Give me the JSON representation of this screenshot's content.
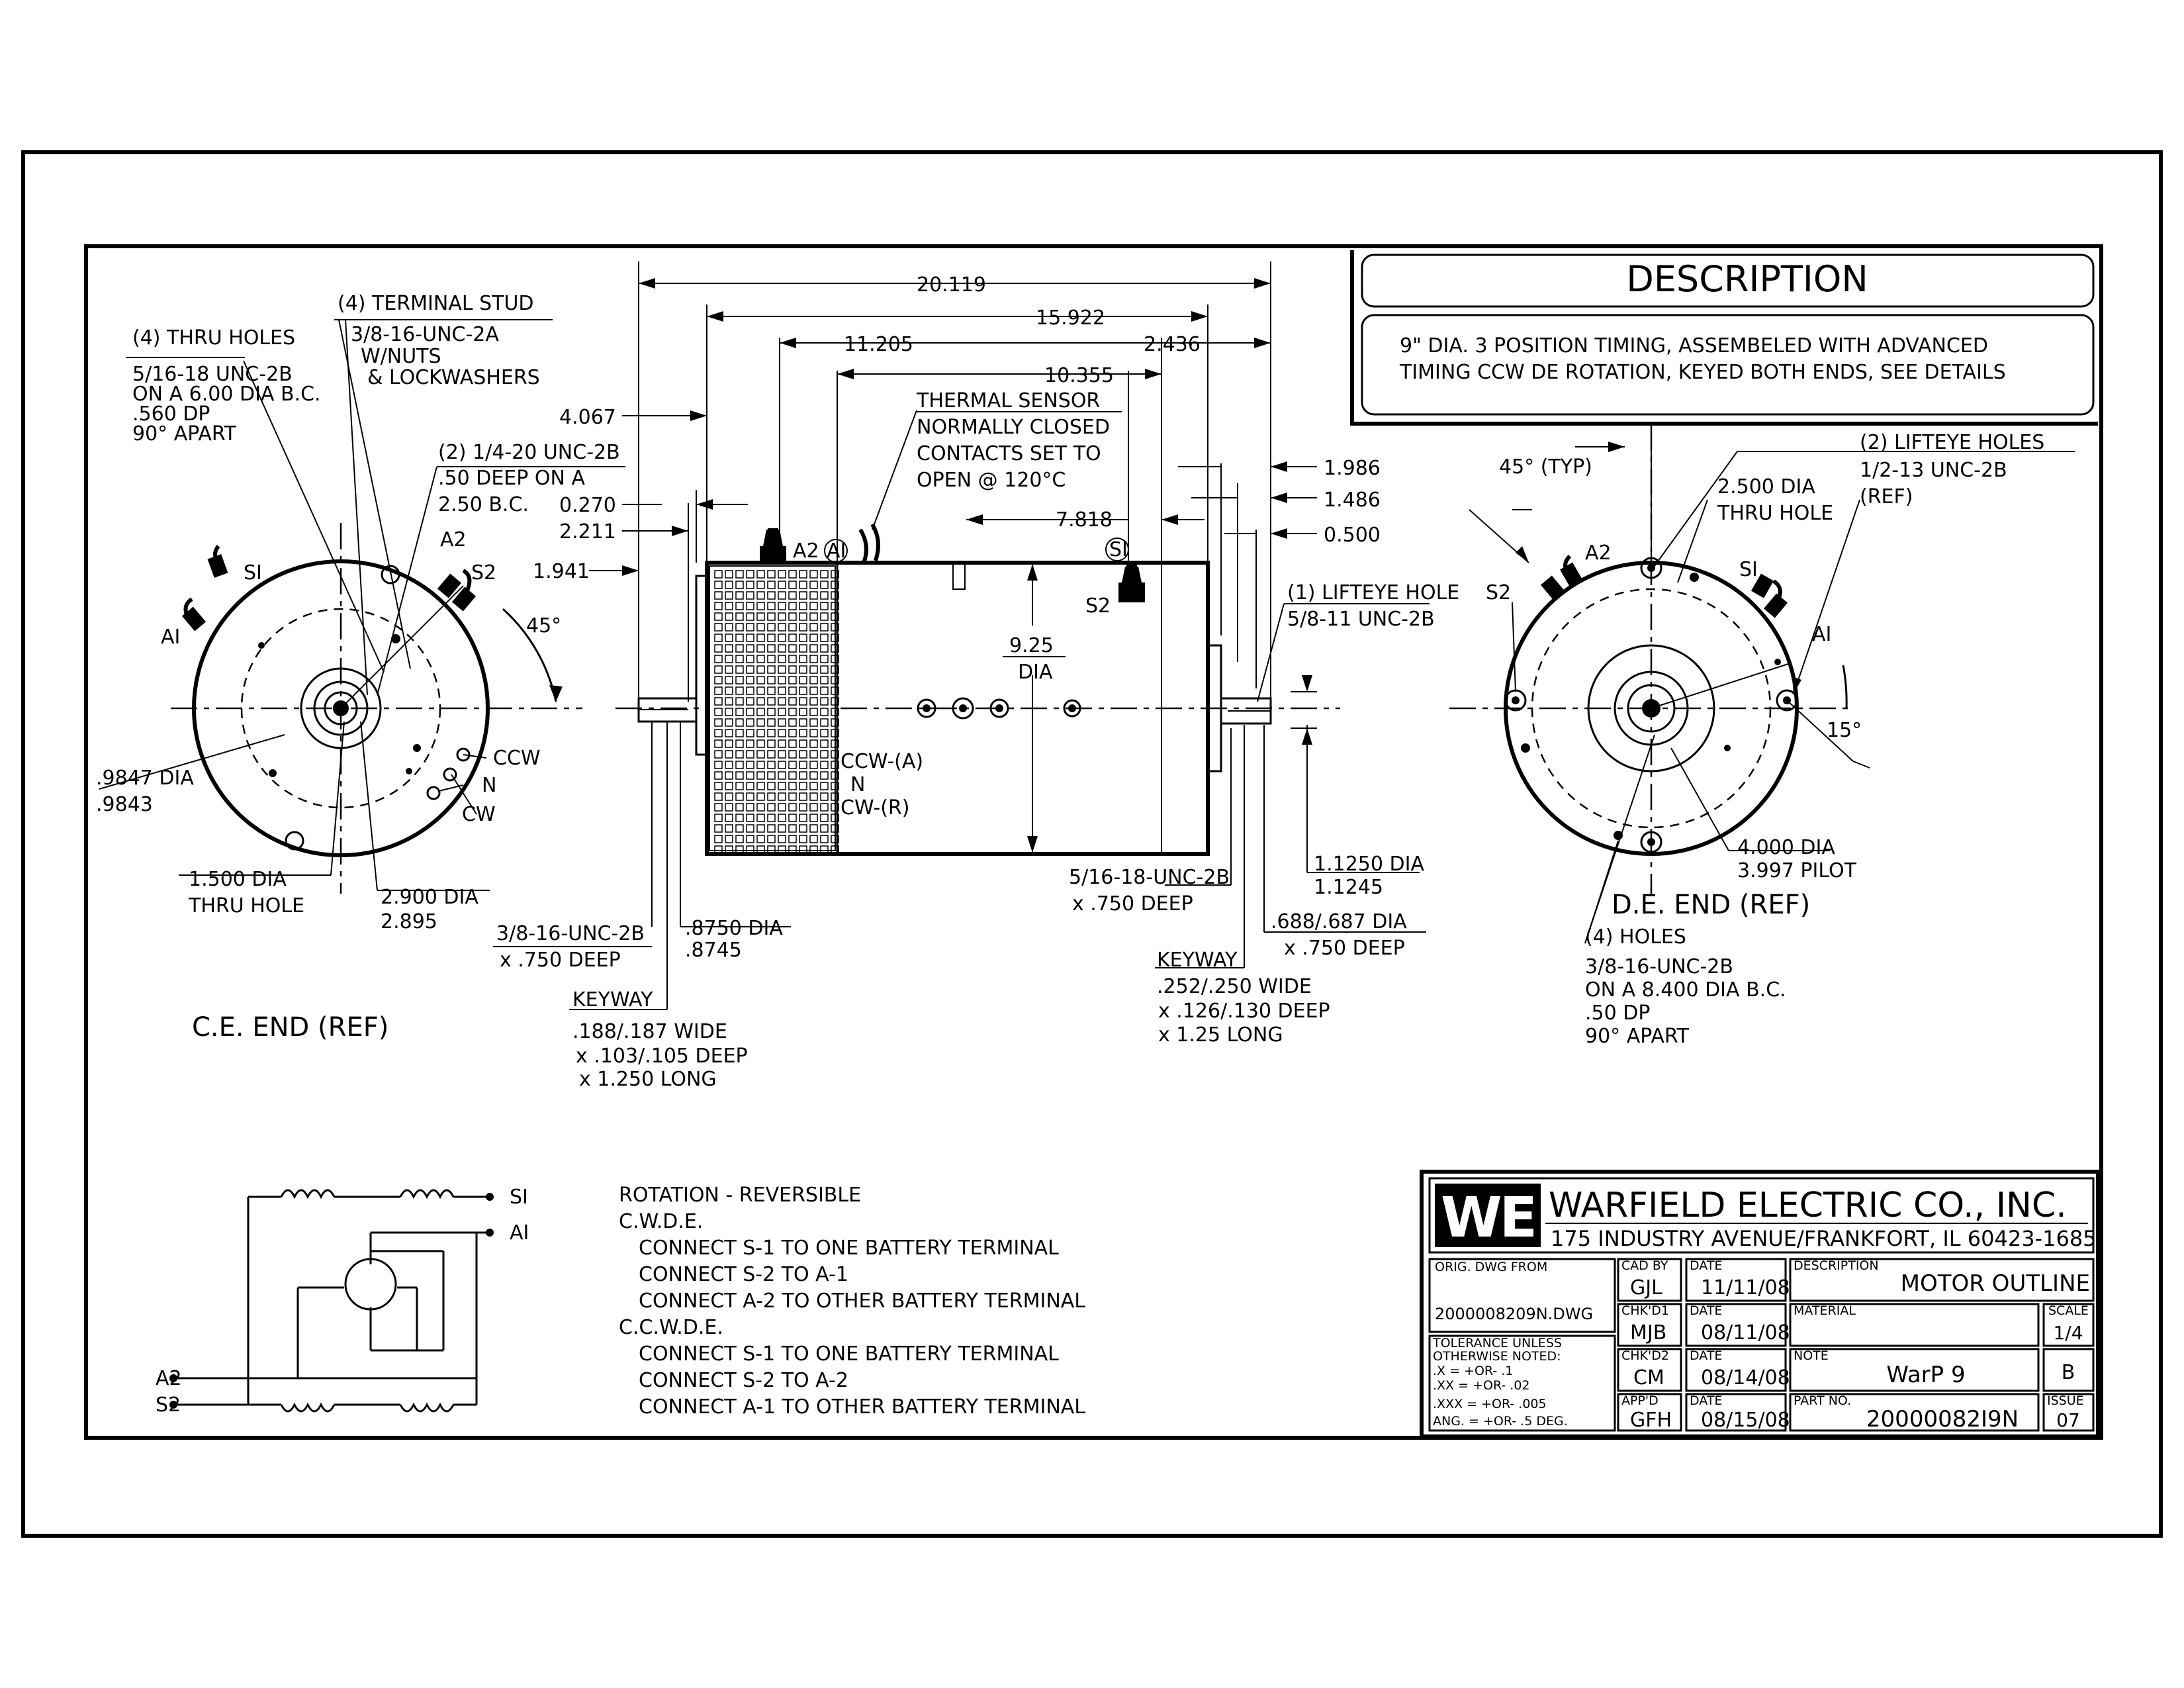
{
  "description": {
    "header": "DESCRIPTION",
    "line1": "9\" DIA. 3 POSITION TIMING, ASSEMBELED WITH ADVANCED",
    "line2": "TIMING CCW DE ROTATION, KEYED BOTH ENDS, SEE DETAILS"
  },
  "ce_end": {
    "title": "C.E. END (REF)",
    "thru_holes": [
      "(4) THRU HOLES",
      "5/16-18 UNC-2B",
      "ON A 6.00 DIA B.C.",
      ".560 DP",
      "90° APART"
    ],
    "terminal_stud": [
      "(4) TERMINAL STUD",
      "3/8-16-UNC-2A",
      "W/NUTS",
      "& LOCKWASHERS"
    ],
    "unc_holes": [
      "(2) 1/4-20 UNC-2B",
      ".50 DEEP ON A",
      "2.50 B.C."
    ],
    "angle": "45°",
    "terminals": {
      "s1": "SI",
      "a2": "A2",
      "s2": "S2",
      "a1": "AI"
    },
    "timing": {
      "ccw": "CCW",
      "n": "N",
      "cw": "CW"
    },
    "bore_dia": [
      ".9847 DIA",
      ".9843"
    ],
    "thru_hole": [
      "1.500 DIA",
      "THRU HOLE"
    ],
    "pilot_dia": [
      "2.900 DIA",
      "2.895"
    ]
  },
  "side_view": {
    "dims": {
      "overall": "20.119",
      "d15922": "15.922",
      "d11205": "11.205",
      "d2436": "2.436",
      "d10355": "10.355",
      "d4067": "4.067",
      "d0270": "0.270",
      "d2211": "2.211",
      "d1941": "1.941",
      "d7818": "7.818",
      "d1986": "1.986",
      "d1486": "1.486",
      "d0500": "0.500",
      "dia_value": "9.25",
      "dia_label": "DIA"
    },
    "thermal": [
      "THERMAL SENSOR",
      "NORMALLY CLOSED",
      "CONTACTS SET TO",
      "OPEN @ 120°C"
    ],
    "terminal_a2": "A2",
    "terminal_a1": "AI",
    "terminal_s1": "SI",
    "terminal_s2": "S2",
    "rotation": [
      "CCW-(A)",
      "N",
      "CW-(R)"
    ],
    "lifteye": [
      "(1) LIFTEYE HOLE",
      "5/8-11 UNC-2B"
    ],
    "ce_tap": [
      "3/8-16-UNC-2B",
      "x .750 DEEP"
    ],
    "ce_shaft": [
      ".8750 DIA",
      ".8745"
    ],
    "ce_keyway": [
      "KEYWAY",
      ".188/.187 WIDE",
      "x .103/.105 DEEP",
      "x 1.250 LONG"
    ],
    "de_tap": [
      "5/16-18-UNC-2B",
      "x .750 DEEP"
    ],
    "de_shaft": [
      "1.1250 DIA",
      "1.1245"
    ],
    "de_tap2": [
      ".688/.687 DIA",
      "x .750 DEEP"
    ],
    "de_keyway": [
      "KEYWAY",
      ".252/.250 WIDE",
      "x .126/.130 DEEP",
      "x 1.25 LONG"
    ]
  },
  "de_end": {
    "title": "D.E. END (REF)",
    "angle_typ": "45° (TYP)",
    "lifteye": [
      "(2) LIFTEYE HOLES",
      "1/2-13 UNC-2B",
      "(REF)"
    ],
    "thru_hole": [
      "2.500 DIA",
      "THRU HOLE"
    ],
    "terminals": {
      "s2": "S2",
      "a2": "A2",
      "s1": "SI",
      "a1": "AI"
    },
    "angle15": "15°",
    "pilot": [
      "4.000 DIA",
      "3.997 PILOT"
    ],
    "holes": [
      "(4)  HOLES",
      "3/8-16-UNC-2B",
      "ON A 8.400 DIA B.C.",
      ".50 DP",
      "90° APART"
    ]
  },
  "schematic": {
    "s1": "SI",
    "a1": "AI",
    "a2": "A2",
    "s2": "S2"
  },
  "notes": [
    "ROTATION - REVERSIBLE",
    "C.W.D.E.",
    "CONNECT S-1 TO ONE BATTERY TERMINAL",
    "CONNECT S-2 TO A-1",
    "CONNECT A-2 TO OTHER BATTERY TERMINAL",
    "C.C.W.D.E.",
    "CONNECT S-1 TO ONE BATTERY TERMINAL",
    "CONNECT S-2 TO A-2",
    "CONNECT A-1 TO OTHER BATTERY TERMINAL"
  ],
  "title_block": {
    "logo": "WE",
    "company": "WARFIELD ELECTRIC CO., INC.",
    "address": "175 INDUSTRY AVENUE/FRANKFORT, IL 60423-1685",
    "orig_dwg_label": "ORIG. DWG FROM",
    "orig_dwg": "2000008209N.DWG",
    "tolerance": [
      "TOLERANCE UNLESS",
      "OTHERWISE NOTED:",
      ".X     = +OR-  .1",
      ".XX    = +OR-  .02",
      ".XXX  = +OR-  .005",
      "ANG.  = +OR-  .5 DEG."
    ],
    "cad_by_label": "CAD BY",
    "cad_by": "GJL",
    "chkd1_label": "CHK'D1",
    "chkd1": "MJB",
    "chkd2_label": "CHK'D2",
    "chkd2": "CM",
    "appd_label": "APP'D",
    "appd": "GFH",
    "date_label": "DATE",
    "date1": "11/11/08",
    "date2": "08/11/08",
    "date3": "08/14/08",
    "date4": "08/15/08",
    "description_label": "DESCRIPTION",
    "description": "MOTOR OUTLINE",
    "material_label": "MATERIAL",
    "material": "",
    "note_label": "NOTE",
    "note": "WarP 9",
    "part_label": "PART NO.",
    "part": "20000082I9N",
    "scale_label": "SCALE",
    "scale": "1/4",
    "rev": "B",
    "issue_label": "ISSUE",
    "issue": "07"
  }
}
